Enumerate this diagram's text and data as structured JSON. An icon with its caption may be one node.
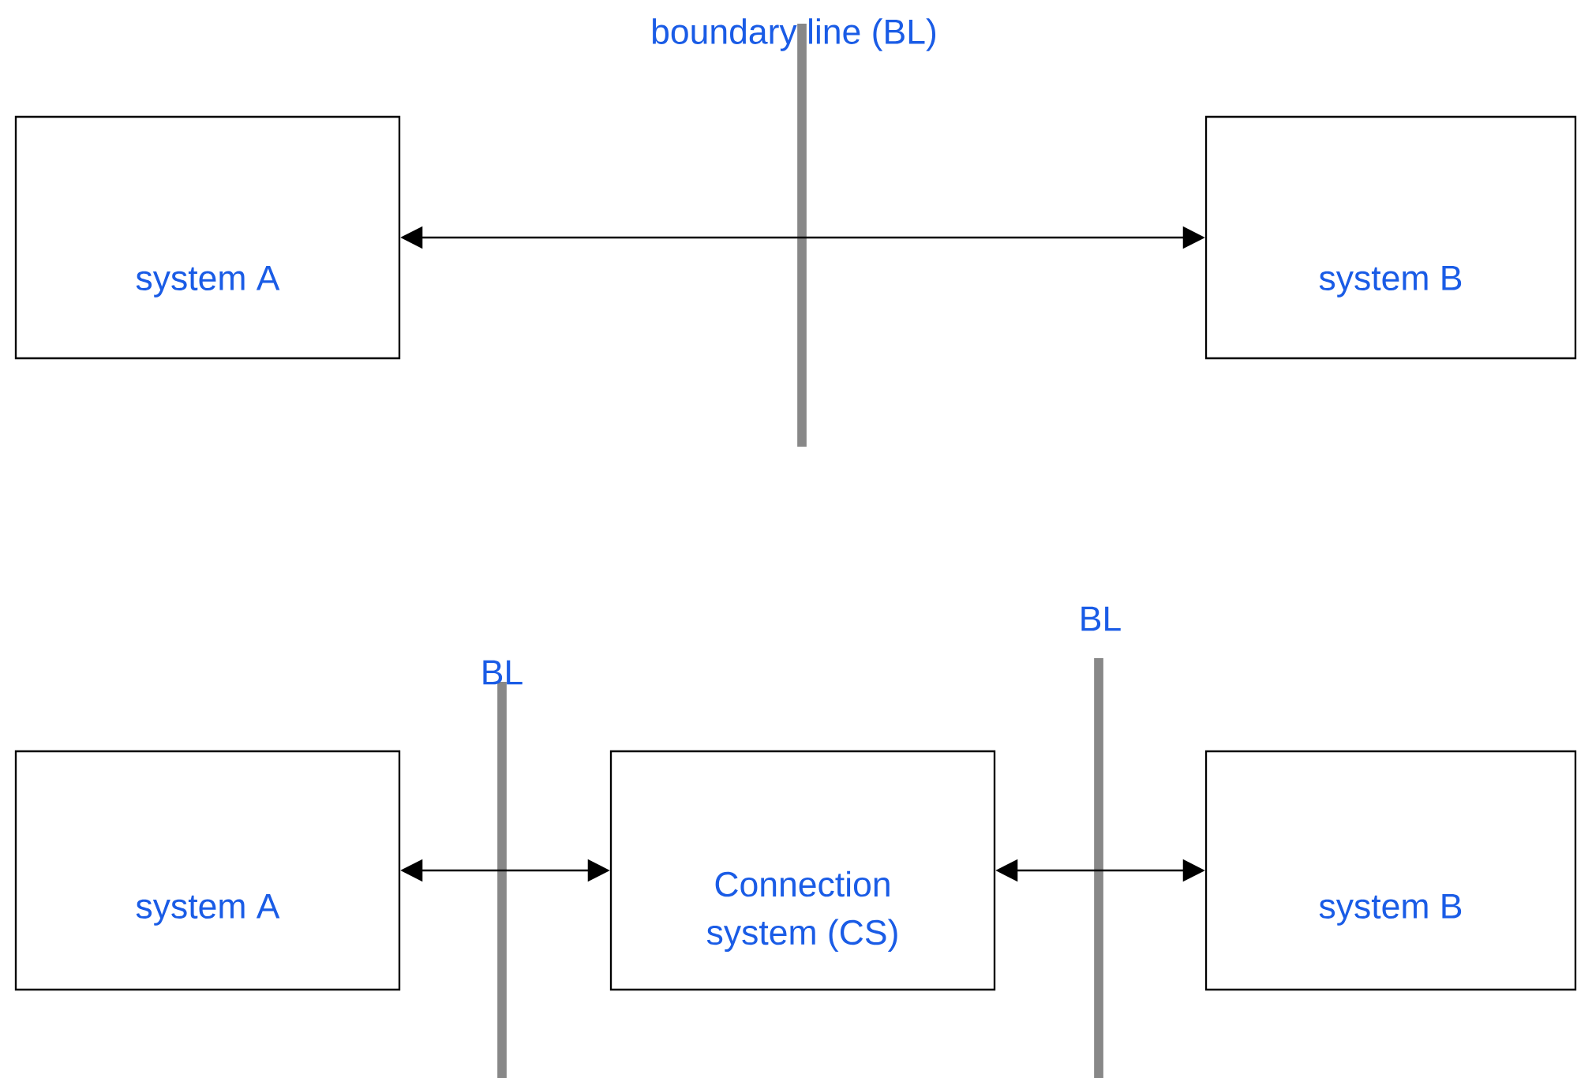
{
  "diagram": {
    "nodes": [
      {
        "text": [
          "system A"
        ]
      },
      {
        "text": [
          "system B"
        ]
      },
      {
        "text": [
          "system A"
        ]
      },
      {
        "text": [
          "Connection system (CS)"
        ]
      },
      {
        "text": [
          "system B"
        ]
      }
    ],
    "edges": [
      {
        "from": 0,
        "to": 1,
        "arrow": "both"
      },
      {
        "from": 2,
        "to": 3,
        "arrow": "both"
      },
      {
        "from": 3,
        "to": 4,
        "arrow": "both"
      }
    ],
    "labels": [
      "boundary line (BL)",
      "BL",
      "BL"
    ]
  }
}
